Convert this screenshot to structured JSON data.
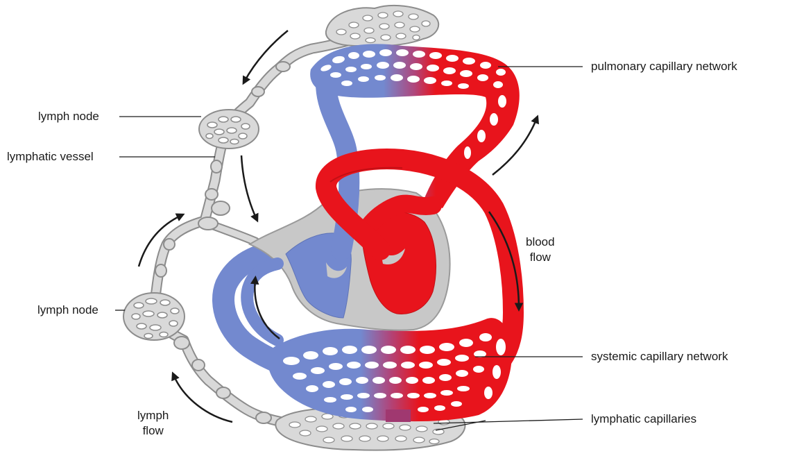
{
  "labels": {
    "pulmonary": "pulmonary capillary network",
    "lymph_node_top": "lymph node",
    "lymphatic_vessel": "lymphatic vessel",
    "blood_flow_1": "blood",
    "blood_flow_2": "flow",
    "lymph_node_bottom": "lymph node",
    "systemic": "systemic capillary network",
    "lymph_flow_1": "lymph",
    "lymph_flow_2": "flow",
    "lymphatic_capillaries": "lymphatic capillaries"
  },
  "colors": {
    "oxygenated": "#e8141c",
    "deoxygenated": "#7389cf",
    "heart_wall": "#c8c8c8",
    "lymph": "#d9d9d9",
    "lymph_outline": "#8c8c8c",
    "arrow": "#1a1a1a"
  }
}
